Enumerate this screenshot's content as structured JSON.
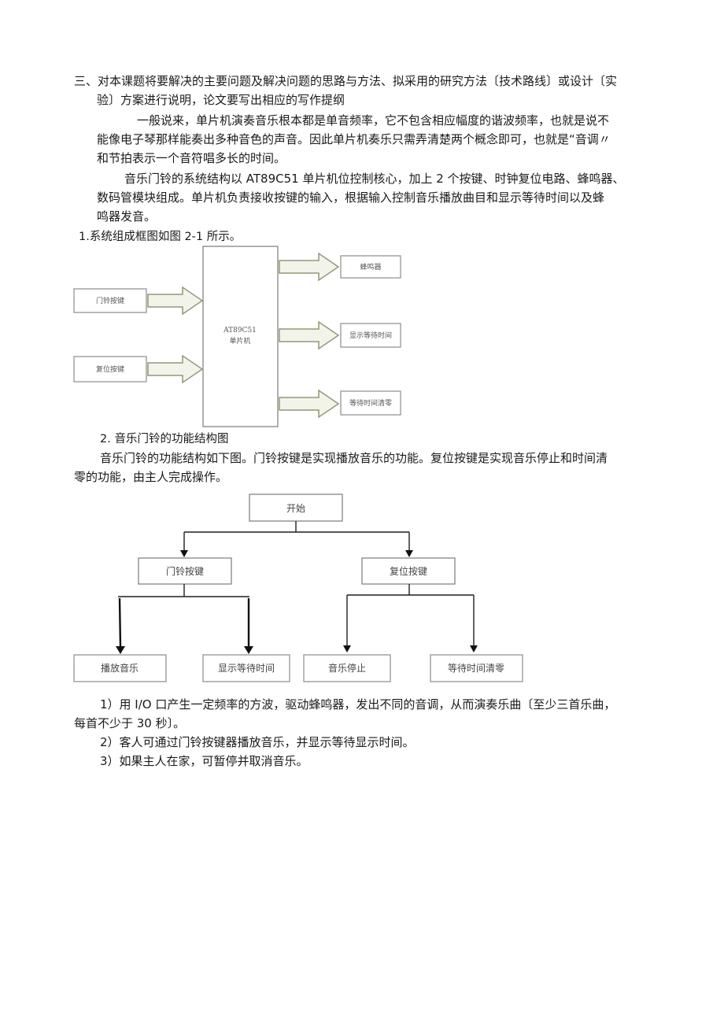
{
  "section_heading": {
    "line1": "三、对本课题将要解决的主要问题及解决问题的思路与方法、拟采用的研究方法〔技术路线〕或设计〔实",
    "line2": "验〕方案进行说明，论文要写出相应的写作提纲"
  },
  "paragraph1": {
    "line1": "一般说来，单片机演奏音乐根本都是单音频率，它不包含相应幅度的谐波频率，也就是说不",
    "line2": "能像电子琴那样能奏出多种音色的声音。因此单片机奏乐只需弄清楚两个概念即可，也就是“音调〃",
    "line3": "和节拍表示一个音符唱多长的时间。"
  },
  "paragraph2": {
    "line1": "音乐门铃的系统结构以 AT89C51 单片机位控制核心，加上 2 个按键、时钟复位电路、蜂鸣器、",
    "line2": "数码管模块组成。单片机负责接收按键的输入，根据输入控制音乐播放曲目和显示等待时间以及蜂",
    "line3": "鸣器发音。"
  },
  "figure1": {
    "caption": "1.系统组成框图如图 2-1 所示。",
    "inputs": [
      "门铃按键",
      "复位按键"
    ],
    "mcu_line1": "AT89C51",
    "mcu_line2": "单片机",
    "outputs": [
      "蜂鸣器",
      "显示等待时间",
      "等待时间清零"
    ]
  },
  "figure2": {
    "caption": "2. 音乐门铃的功能结构图",
    "desc_line1": "音乐门铃的功能结构如下图。门铃按键是实现播放音乐的功能。复位按键是实现音乐停止和时间清",
    "desc_line2": "零的功能，由主人完成操作。",
    "root": "开始",
    "level2": [
      "门铃按键",
      "复位按键"
    ],
    "leaves": [
      "播放音乐",
      "显示等待时间",
      "音乐停止",
      "等待时间清零"
    ]
  },
  "list": {
    "item1_line1": "1）用 I/O 口产生一定频率的方波，驱动蜂鸣器，发出不同的音调，从而演奏乐曲〔至少三首乐曲，",
    "item1_line2": "每首不少于 30 秒〕。",
    "item2": "2）客人可通过门铃按键器播放音乐，并显示等待显示时间。",
    "item3": "3）如果主人在家，可暂停并取消音乐。"
  }
}
